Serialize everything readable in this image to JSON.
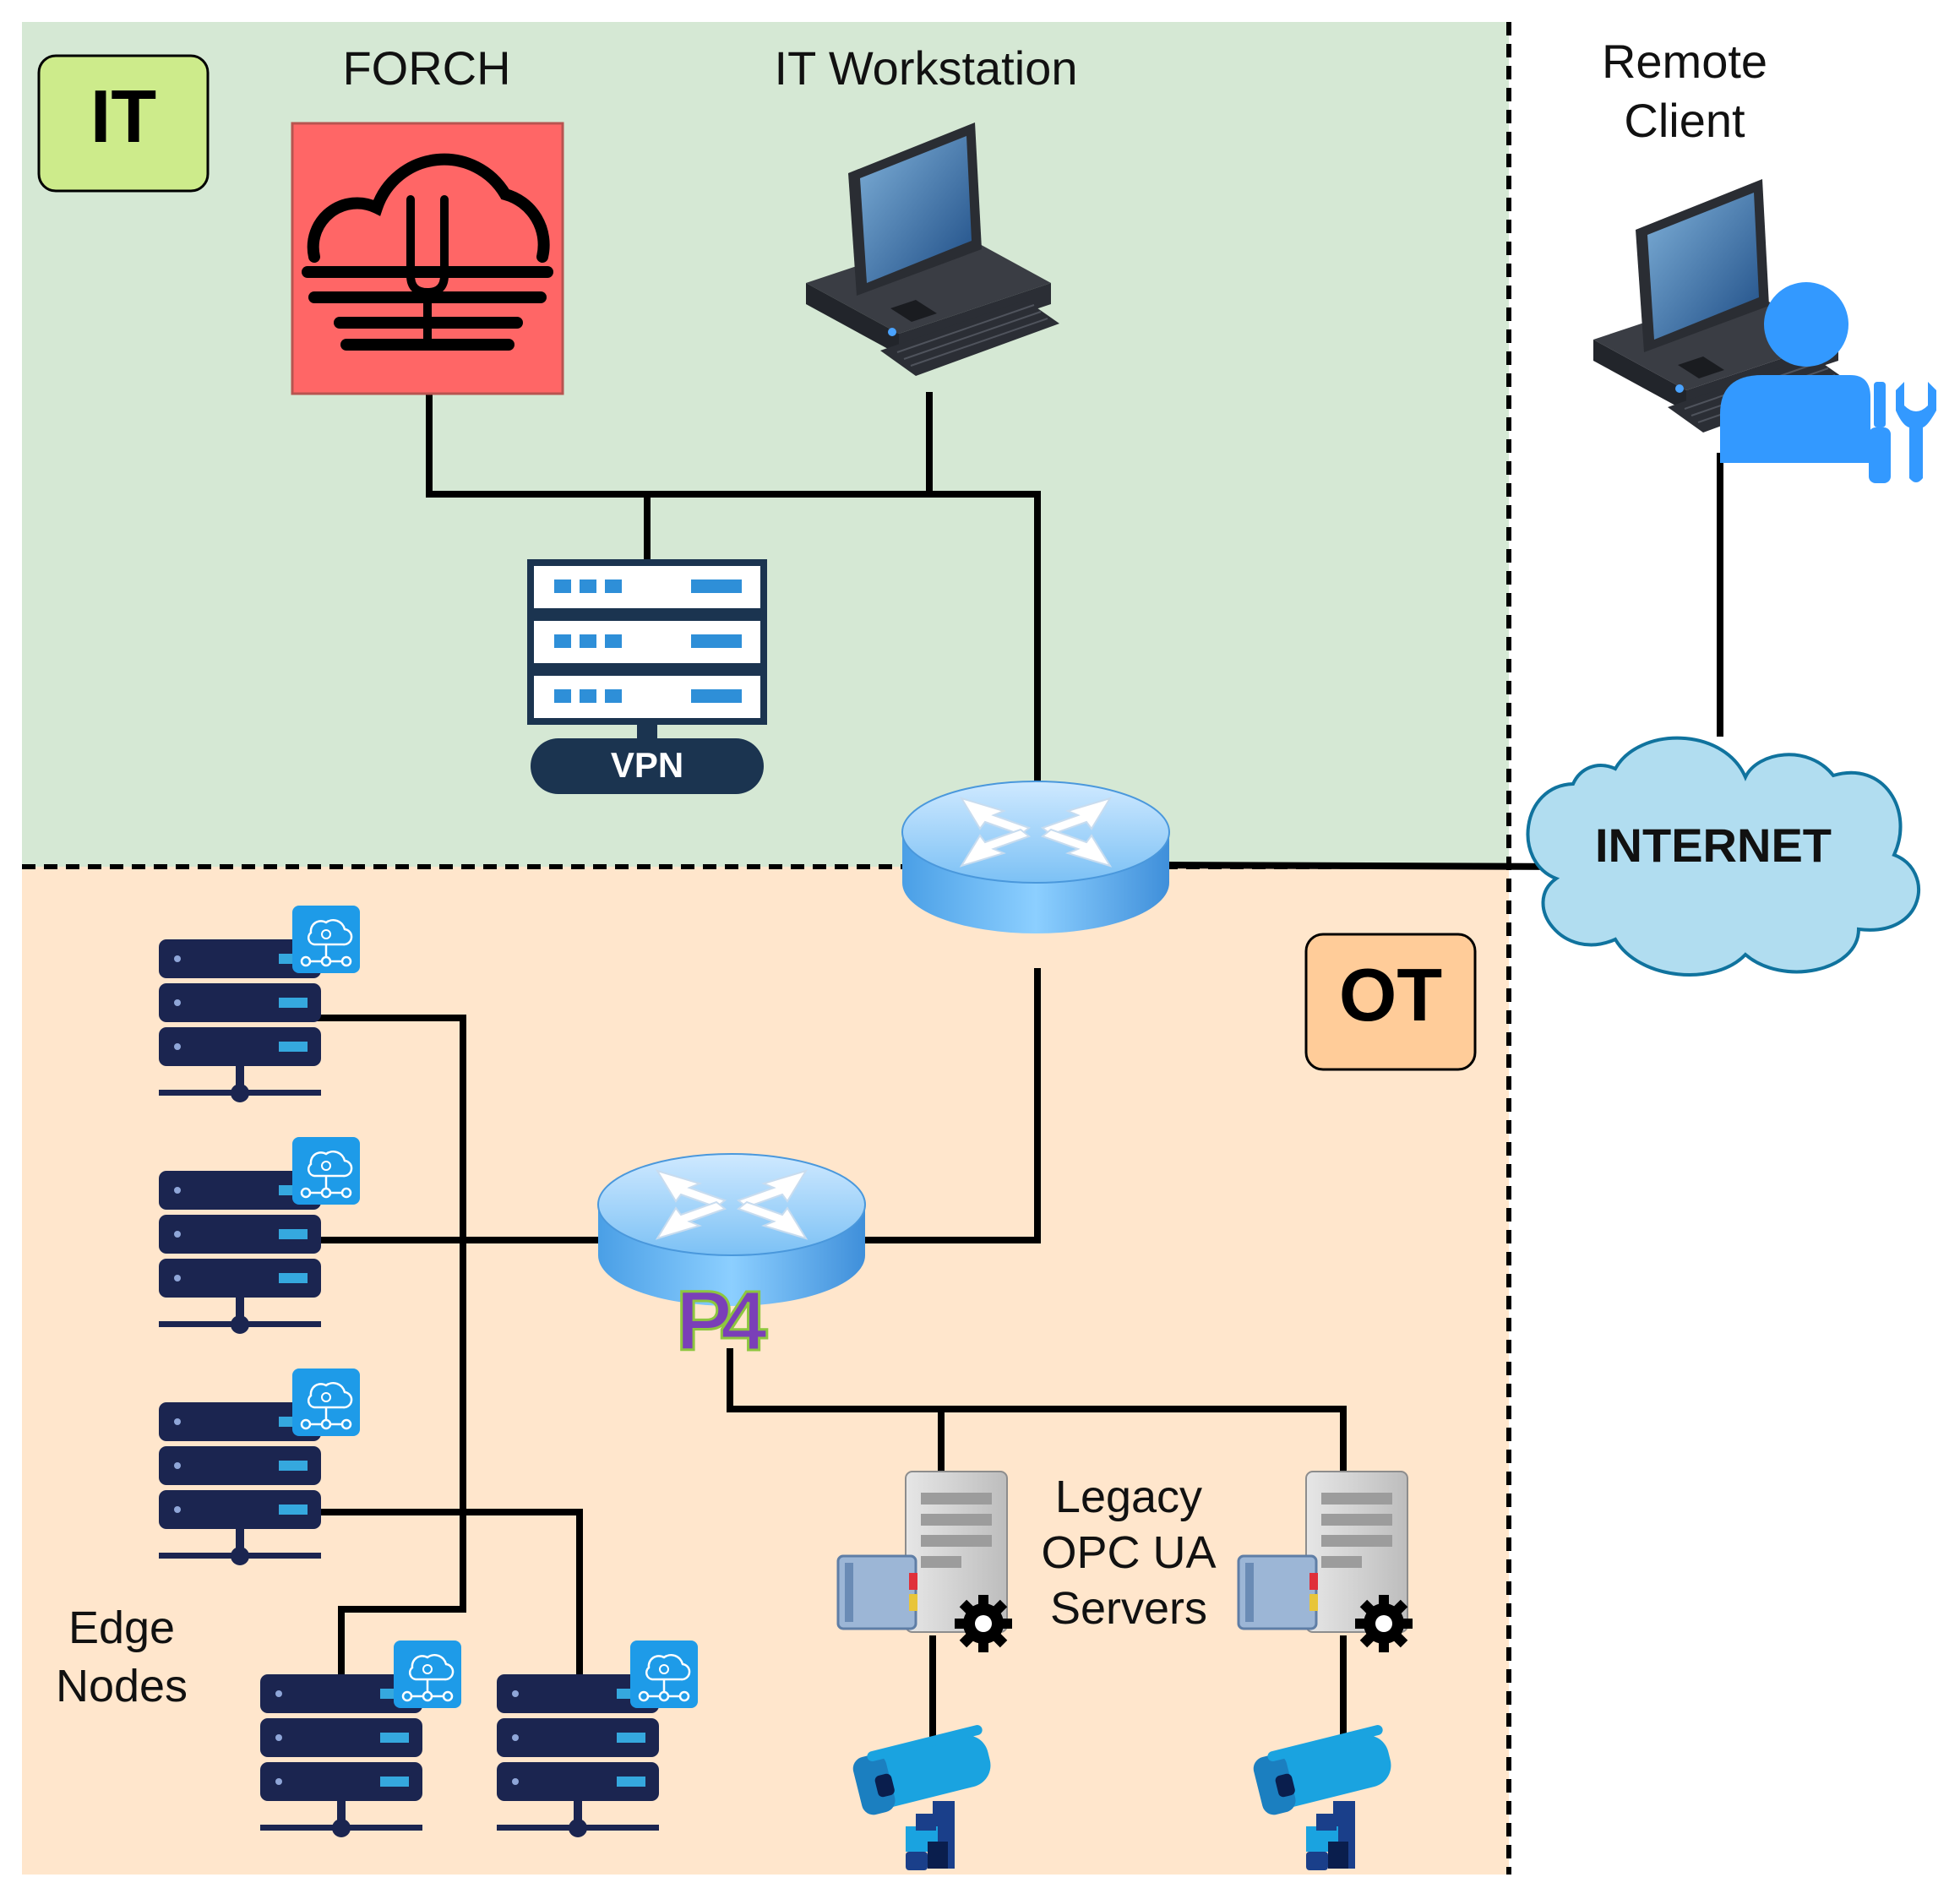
{
  "zones": {
    "it": {
      "label": "IT",
      "fill": "#d5e8d4",
      "badge_fill": "#cdeb8b"
    },
    "ot": {
      "label": "OT",
      "fill": "#ffe6cc",
      "badge_fill": "#ffcc99"
    }
  },
  "nodes": {
    "forch": {
      "label": "FORCH",
      "fill": "#ff6666",
      "icon": "cloud-tuning-fork-icon"
    },
    "it_workstation": {
      "label": "IT Workstation",
      "icon": "desktop-computer-icon"
    },
    "remote_client": {
      "label_line1": "Remote",
      "label_line2": "Client",
      "icon": "remote-user-maintenance-icon"
    },
    "vpn": {
      "label": "VPN",
      "icon": "vpn-server-rack-icon"
    },
    "internet": {
      "label": "INTERNET",
      "fill": "#b1ddf0",
      "icon": "cloud-icon"
    },
    "edge_nodes": {
      "label_line1": "Edge",
      "label_line2": "Nodes",
      "icon": "edge-node-server-icon"
    },
    "p4_switch": {
      "label": "P4",
      "icon": "router-icon"
    },
    "border_router": {
      "icon": "router-icon"
    },
    "legacy_servers": {
      "label_line1": "Legacy",
      "label_line2": "OPC UA",
      "label_line3": "Servers",
      "icon": "server-tower-icon"
    },
    "cameras": {
      "icon": "security-camera-icon"
    }
  },
  "colors": {
    "link": "#000000",
    "rack": "#1b2550",
    "rack_led": "#35a8de",
    "router": "#5aaef0",
    "user": "#3399ff",
    "camera": "#1aa3e0"
  }
}
